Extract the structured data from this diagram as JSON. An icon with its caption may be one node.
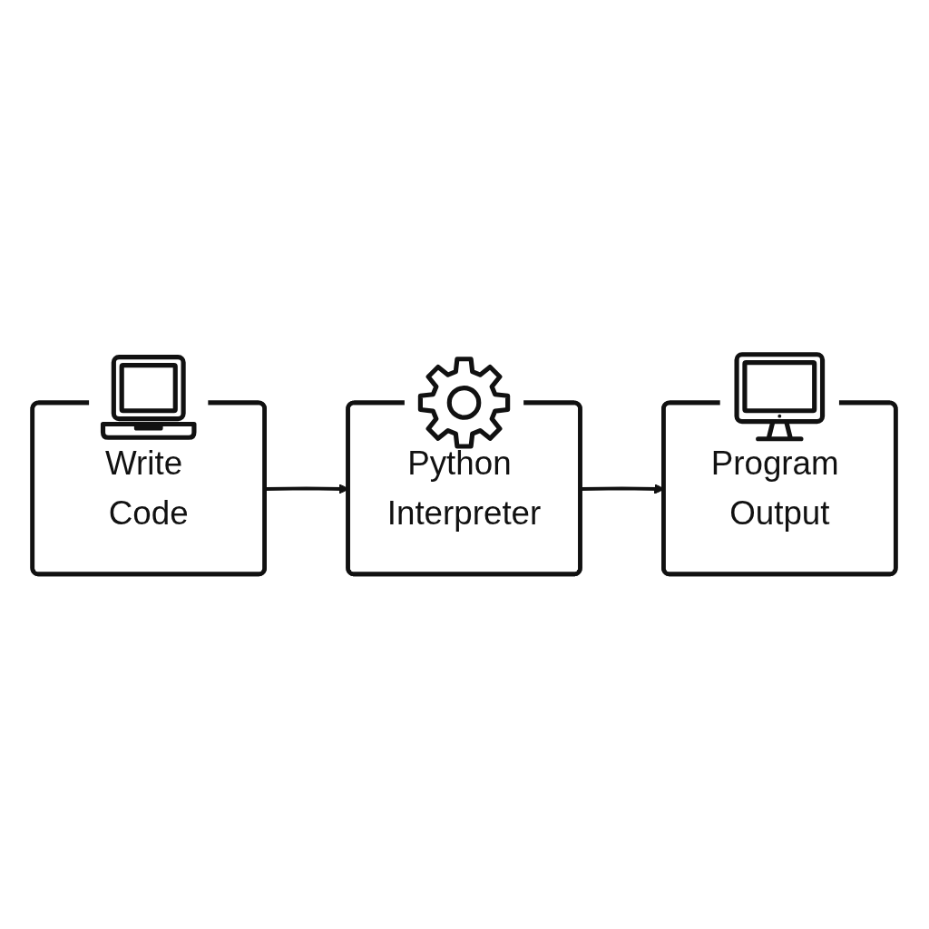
{
  "diagram": {
    "nodes": [
      {
        "text": [
          "Write Code"
        ]
      },
      {
        "text": [
          "Python Interpreter"
        ]
      },
      {
        "text": [
          "Program Output"
        ]
      }
    ],
    "edges": [
      {
        "from": 0,
        "to": 1,
        "arrow": "to"
      },
      {
        "from": 1,
        "to": 2,
        "arrow": "to"
      }
    ]
  }
}
